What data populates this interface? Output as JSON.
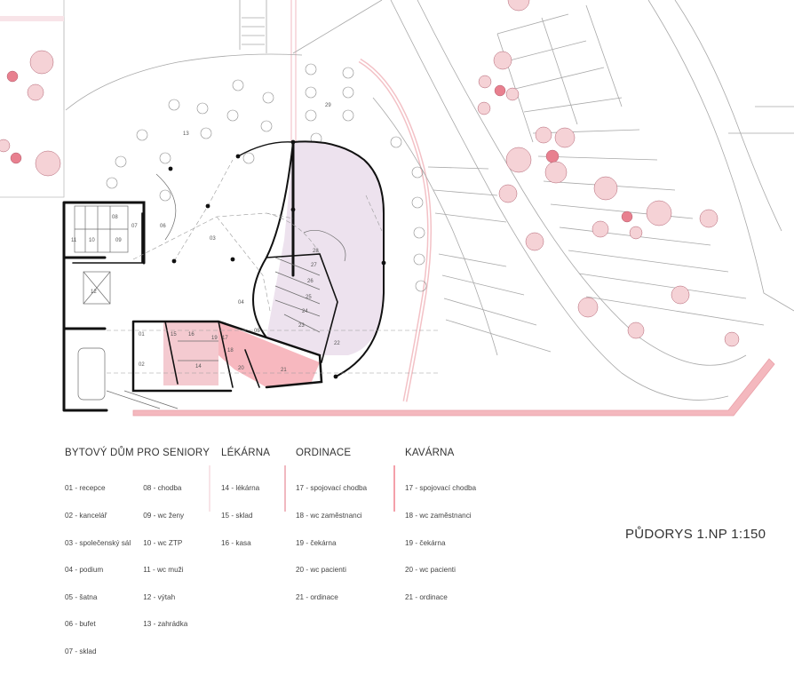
{
  "colors": {
    "pink_light": "#f8e4e8",
    "pink_mid": "#f0b8c0",
    "pink_strong": "#f4a0aa",
    "lilac": "#ede2ee",
    "tree_fill": "#f5d2d6",
    "tree_accent": "#e8808f",
    "path_pink": "#f3c1c6",
    "wall": "#111111",
    "line": "#9a9a9a"
  },
  "legend": {
    "bytovy": {
      "title": "BYTOVÝ DŮM PRO SENIORY",
      "col1": [
        "01 - recepce",
        "02 - kancelář",
        "03 - společenský sál",
        "04 - podium",
        "05 - šatna",
        "06 - bufet",
        "07 - sklad"
      ],
      "col2": [
        "08 - chodba",
        "09 - wc ženy",
        "10 - wc ZTP",
        "11 - wc muži",
        "12 - výtah",
        "13 - zahrádka"
      ]
    },
    "lekarna": {
      "title": "LÉKÁRNA",
      "items": [
        "14 - lékárna",
        "15 - sklad",
        "16 - kasa"
      ]
    },
    "ordinace": {
      "title": "ORDINACE",
      "items": [
        "17 - spojovací chodba",
        "18 - wc zaměstnanci",
        "19 - čekárna",
        "20 - wc pacienti",
        "21 - ordinace"
      ]
    },
    "kavarna": {
      "title": "KAVÁRNA",
      "items": [
        "17 - spojovací chodba",
        "18 - wc zaměstnanci",
        "19 - čekárna",
        "20 - wc pacienti",
        "21 - ordinace"
      ]
    }
  },
  "room_labels": [
    "01",
    "02",
    "03",
    "04",
    "05",
    "06",
    "07",
    "08",
    "09",
    "10",
    "11",
    "12",
    "13",
    "14",
    "15",
    "16",
    "17",
    "18",
    "19",
    "20",
    "21",
    "22",
    "23",
    "24",
    "25",
    "26",
    "27",
    "28",
    "29"
  ],
  "caption": "PŮDORYS 1.NP 1:150"
}
